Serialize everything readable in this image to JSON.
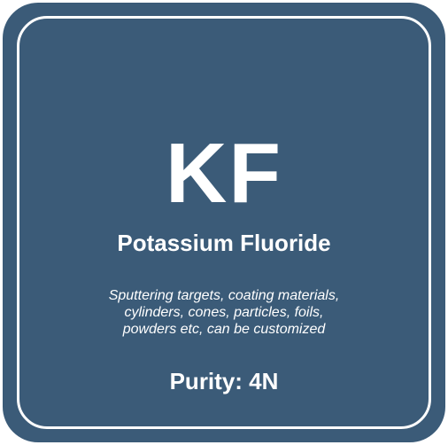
{
  "tile": {
    "background_color": "#3b5b78",
    "border_color": "#ffffff",
    "symbol": "KF",
    "name": "Potassium Fluoride",
    "description_lines": [
      "Sputtering targets, coating materials,",
      "cylinders, cones, particles, foils,",
      "powders etc, can be customized"
    ],
    "purity": "Purity: 4N"
  }
}
